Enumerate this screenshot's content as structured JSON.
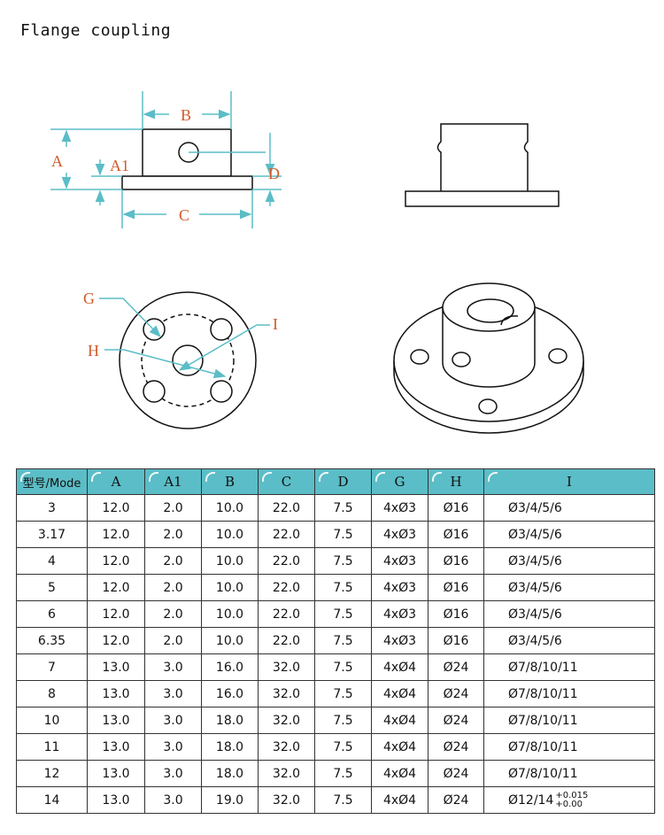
{
  "title": "Flange coupling",
  "labels": {
    "A": "A",
    "A1": "A1",
    "B": "B",
    "C": "C",
    "D": "D",
    "G": "G",
    "H": "H",
    "I": "I"
  },
  "colors": {
    "dimension_line": "#5bbdc7",
    "dimension_label": "#d25a2a",
    "table_header": "#5bbdc7",
    "outline": "#111111"
  },
  "table": {
    "headers": [
      "型号/Mode",
      "A",
      "A1",
      "B",
      "C",
      "D",
      "G",
      "H",
      "I"
    ],
    "rows": [
      {
        "model": "3",
        "A": "12.0",
        "A1": "2.0",
        "B": "10.0",
        "C": "22.0",
        "D": "7.5",
        "G": "4xØ3",
        "H": "Ø16",
        "I": "Ø3/4/5/6"
      },
      {
        "model": "3.17",
        "A": "12.0",
        "A1": "2.0",
        "B": "10.0",
        "C": "22.0",
        "D": "7.5",
        "G": "4xØ3",
        "H": "Ø16",
        "I": "Ø3/4/5/6"
      },
      {
        "model": "4",
        "A": "12.0",
        "A1": "2.0",
        "B": "10.0",
        "C": "22.0",
        "D": "7.5",
        "G": "4xØ3",
        "H": "Ø16",
        "I": "Ø3/4/5/6"
      },
      {
        "model": "5",
        "A": "12.0",
        "A1": "2.0",
        "B": "10.0",
        "C": "22.0",
        "D": "7.5",
        "G": "4xØ3",
        "H": "Ø16",
        "I": "Ø3/4/5/6"
      },
      {
        "model": "6",
        "A": "12.0",
        "A1": "2.0",
        "B": "10.0",
        "C": "22.0",
        "D": "7.5",
        "G": "4xØ3",
        "H": "Ø16",
        "I": "Ø3/4/5/6"
      },
      {
        "model": "6.35",
        "A": "12.0",
        "A1": "2.0",
        "B": "10.0",
        "C": "22.0",
        "D": "7.5",
        "G": "4xØ3",
        "H": "Ø16",
        "I": "Ø3/4/5/6"
      },
      {
        "model": "7",
        "A": "13.0",
        "A1": "3.0",
        "B": "16.0",
        "C": "32.0",
        "D": "7.5",
        "G": "4xØ4",
        "H": "Ø24",
        "I": "Ø7/8/10/11"
      },
      {
        "model": "8",
        "A": "13.0",
        "A1": "3.0",
        "B": "16.0",
        "C": "32.0",
        "D": "7.5",
        "G": "4xØ4",
        "H": "Ø24",
        "I": "Ø7/8/10/11"
      },
      {
        "model": "10",
        "A": "13.0",
        "A1": "3.0",
        "B": "18.0",
        "C": "32.0",
        "D": "7.5",
        "G": "4xØ4",
        "H": "Ø24",
        "I": "Ø7/8/10/11"
      },
      {
        "model": "11",
        "A": "13.0",
        "A1": "3.0",
        "B": "18.0",
        "C": "32.0",
        "D": "7.5",
        "G": "4xØ4",
        "H": "Ø24",
        "I": "Ø7/8/10/11"
      },
      {
        "model": "12",
        "A": "13.0",
        "A1": "3.0",
        "B": "18.0",
        "C": "32.0",
        "D": "7.5",
        "G": "4xØ4",
        "H": "Ø24",
        "I": "Ø7/8/10/11"
      },
      {
        "model": "14",
        "A": "13.0",
        "A1": "3.0",
        "B": "19.0",
        "C": "32.0",
        "D": "7.5",
        "G": "4xØ4",
        "H": "Ø24",
        "I": "Ø12/14",
        "I_tol_upper": "+0.015",
        "I_tol_lower": "+0.00"
      }
    ]
  }
}
